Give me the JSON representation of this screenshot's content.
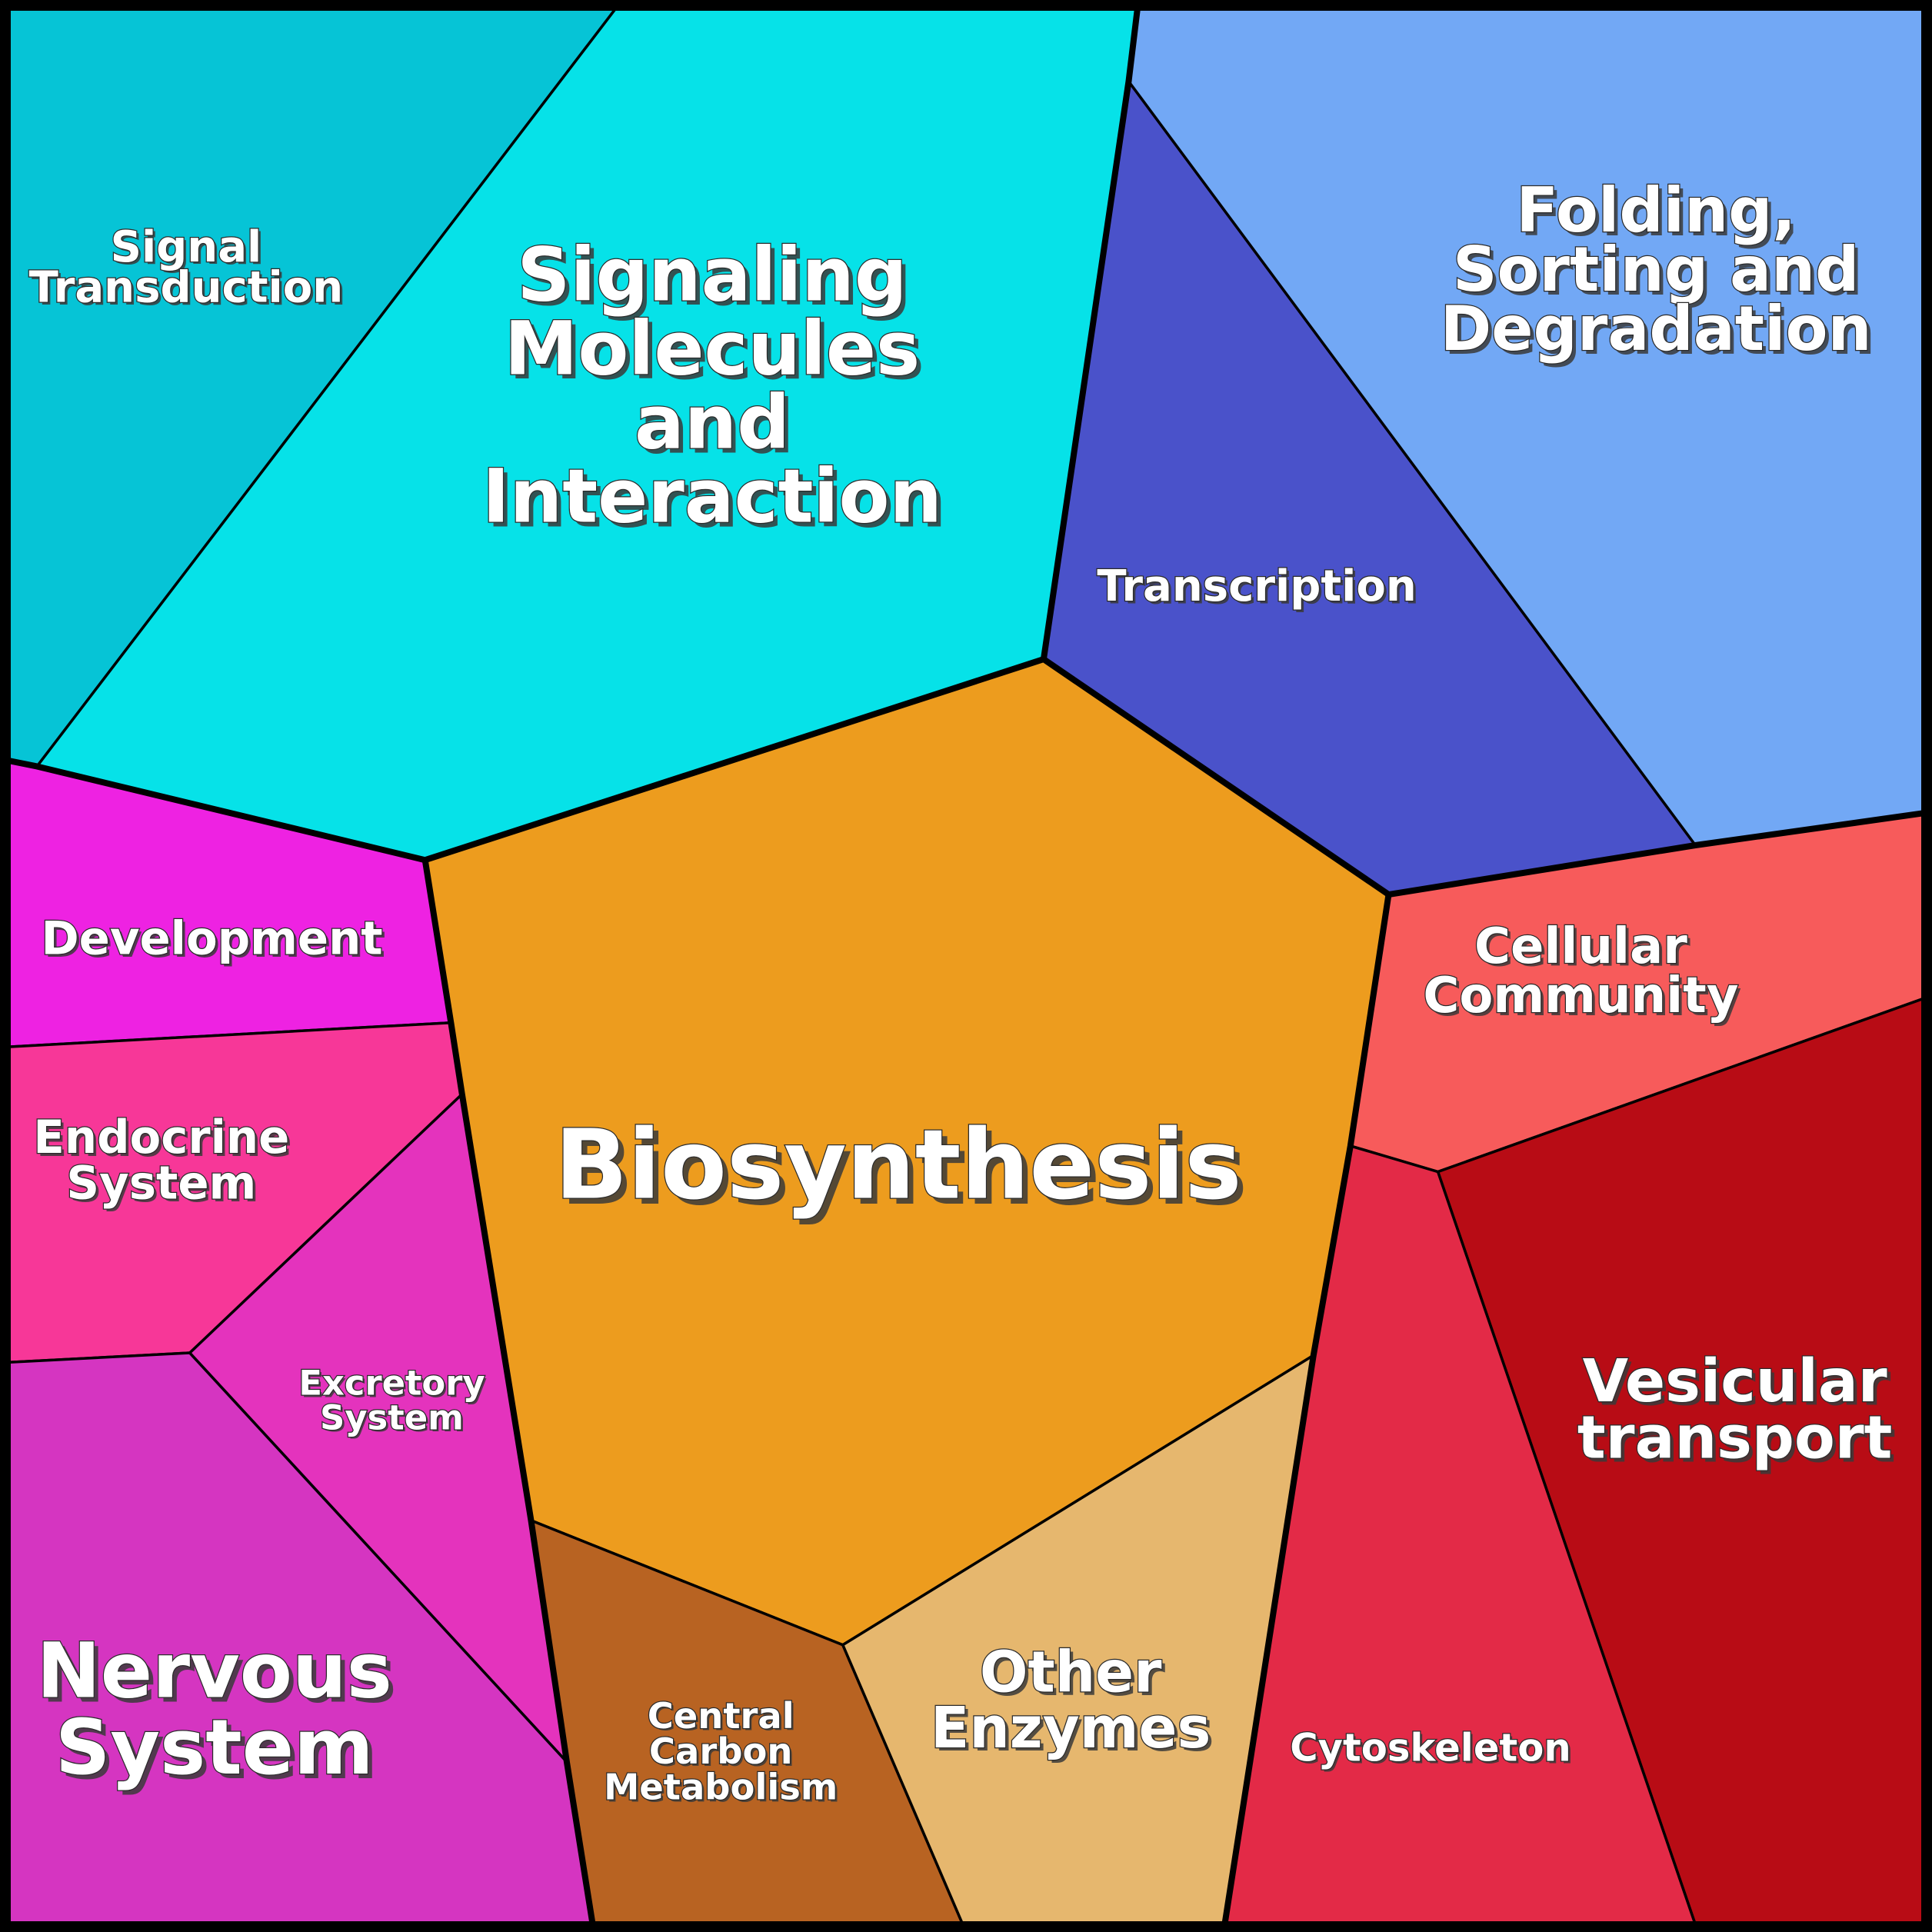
{
  "treemap": {
    "cells": [
      {
        "id": "signal-transduction",
        "label_lines": [
          "Signal",
          "Transduction"
        ],
        "color": "#06c4d6"
      },
      {
        "id": "signaling-molecules",
        "label_lines": [
          "Signaling",
          "Molecules",
          "and",
          "Interaction"
        ],
        "color": "#06e2e8"
      },
      {
        "id": "transcription",
        "label_lines": [
          "Transcription"
        ],
        "color": "#4a52ca"
      },
      {
        "id": "folding-sorting",
        "label_lines": [
          "Folding,",
          "Sorting and",
          "Degradation"
        ],
        "color": "#72a8f5"
      },
      {
        "id": "development",
        "label_lines": [
          "Development"
        ],
        "color": "#ee22e2"
      },
      {
        "id": "endocrine-system",
        "label_lines": [
          "Endocrine",
          "System"
        ],
        "color": "#f73798"
      },
      {
        "id": "excretory-system",
        "label_lines": [
          "Excretory",
          "System"
        ],
        "color": "#e433bd"
      },
      {
        "id": "nervous-system",
        "label_lines": [
          "Nervous",
          "System"
        ],
        "color": "#d535c1"
      },
      {
        "id": "biosynthesis",
        "label_lines": [
          "Biosynthesis"
        ],
        "color": "#ed9c1e"
      },
      {
        "id": "central-carbon-metabolism",
        "label_lines": [
          "Central",
          "Carbon",
          "Metabolism"
        ],
        "color": "#b86322"
      },
      {
        "id": "other-enzymes",
        "label_lines": [
          "Other",
          "Enzymes"
        ],
        "color": "#e6b76e"
      },
      {
        "id": "cellular-community",
        "label_lines": [
          "Cellular",
          "Community"
        ],
        "color": "#f75b5b"
      },
      {
        "id": "vesicular-transport",
        "label_lines": [
          "Vesicular",
          "transport"
        ],
        "color": "#b80c15"
      },
      {
        "id": "cytoskeleton",
        "label_lines": [
          "Cytoskeleton"
        ],
        "color": "#e32a47"
      }
    ]
  }
}
